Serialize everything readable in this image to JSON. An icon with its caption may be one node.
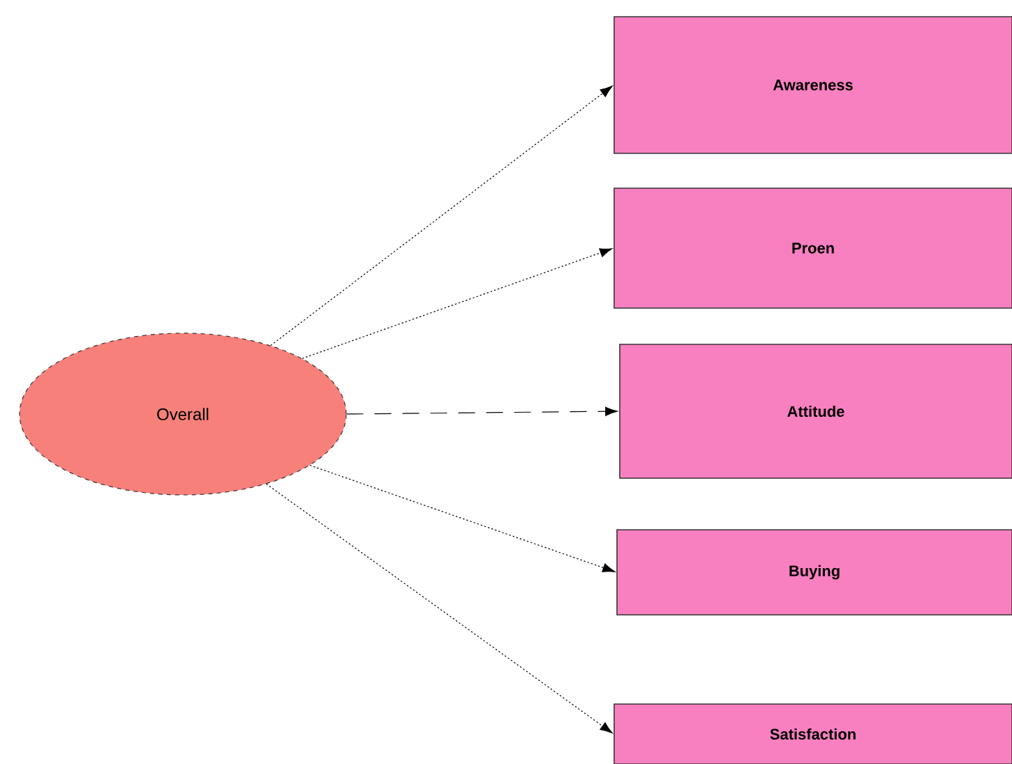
{
  "diagram": {
    "nodes": [
      {
        "text": [
          "Overall"
        ]
      },
      {
        "text": [
          "Awareness"
        ]
      },
      {
        "text": [
          "Proen"
        ]
      },
      {
        "text": [
          "Attitude"
        ]
      },
      {
        "text": [
          "Buying"
        ]
      },
      {
        "text": [
          "Satisfaction"
        ]
      }
    ],
    "edges": [
      {
        "from": 0,
        "to": 1,
        "arrow": "to"
      },
      {
        "from": 0,
        "to": 2,
        "arrow": "to"
      },
      {
        "from": 0,
        "to": 3,
        "arrow": "to",
        "style": "dashed"
      },
      {
        "from": 0,
        "to": 4,
        "arrow": "to"
      },
      {
        "from": 0,
        "to": 5,
        "arrow": "to"
      }
    ]
  }
}
